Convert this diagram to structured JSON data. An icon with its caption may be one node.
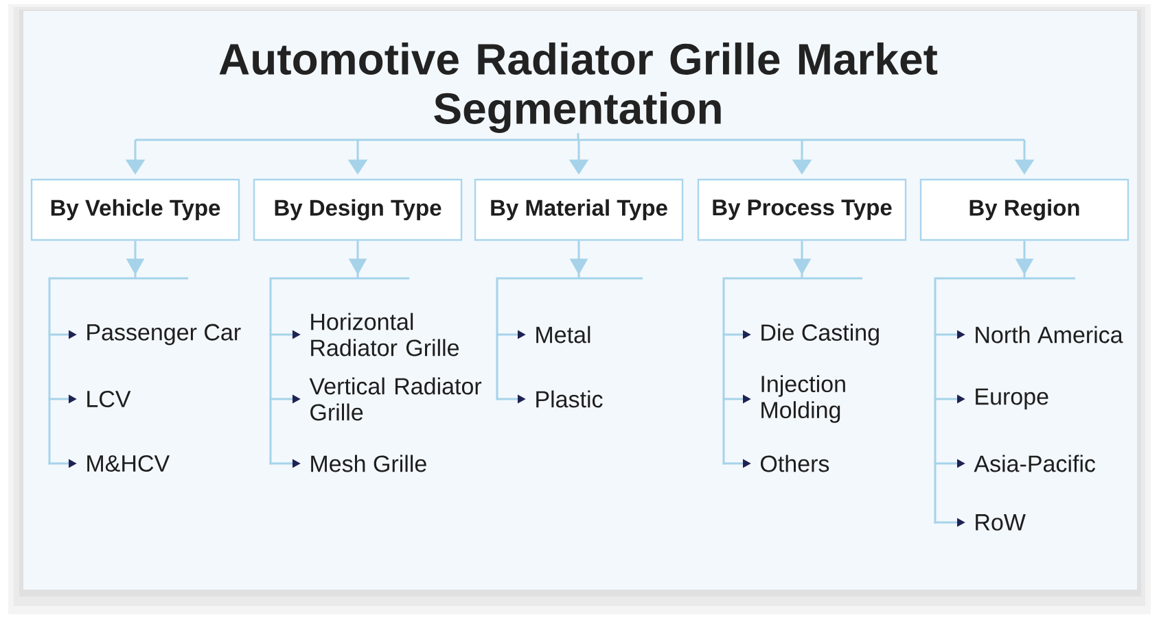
{
  "diagram": {
    "nodes": [
      {
        "text": [
          "Automotive Radiator Grille Market Segmentation"
        ]
      },
      {
        "text": [
          "By Vehicle Type"
        ]
      },
      {
        "text": [
          "By Design Type"
        ]
      },
      {
        "text": [
          "By Material Type"
        ]
      },
      {
        "text": [
          "By Process Type"
        ]
      },
      {
        "text": [
          "By Region"
        ]
      },
      {
        "text": [
          "Passenger Car"
        ]
      },
      {
        "text": [
          "LCV"
        ]
      },
      {
        "text": [
          "M&HCV"
        ]
      },
      {
        "text": [
          "Horizontal Radiator Grille"
        ]
      },
      {
        "text": [
          "Vertical Radiator Grille"
        ]
      },
      {
        "text": [
          "Mesh Grille"
        ]
      },
      {
        "text": [
          "Metal"
        ]
      },
      {
        "text": [
          "Plastic"
        ]
      },
      {
        "text": [
          "Die Casting"
        ]
      },
      {
        "text": [
          "Injection Molding"
        ]
      },
      {
        "text": [
          "Others"
        ]
      },
      {
        "text": [
          "North America"
        ]
      },
      {
        "text": [
          "Europe"
        ]
      },
      {
        "text": [
          "Asia-Pacific"
        ]
      },
      {
        "text": [
          "RoW"
        ]
      }
    ],
    "edges": [
      {
        "from": 0,
        "to": 1,
        "arrow": "to"
      },
      {
        "from": 0,
        "to": 2,
        "arrow": "to"
      },
      {
        "from": 0,
        "to": 3,
        "arrow": "to"
      },
      {
        "from": 0,
        "to": 4,
        "arrow": "to"
      },
      {
        "from": 0,
        "to": 5,
        "arrow": "to"
      },
      {
        "from": 1,
        "to": 6,
        "arrow": "to"
      },
      {
        "from": 1,
        "to": 7,
        "arrow": "to"
      },
      {
        "from": 1,
        "to": 8,
        "arrow": "to"
      },
      {
        "from": 2,
        "to": 9,
        "arrow": "to"
      },
      {
        "from": 2,
        "to": 10,
        "arrow": "to"
      },
      {
        "from": 2,
        "to": 11,
        "arrow": "to"
      },
      {
        "from": 3,
        "to": 12,
        "arrow": "to"
      },
      {
        "from": 3,
        "to": 13,
        "arrow": "to"
      },
      {
        "from": 4,
        "to": 14,
        "arrow": "to"
      },
      {
        "from": 4,
        "to": 15,
        "arrow": "to"
      },
      {
        "from": 4,
        "to": 16,
        "arrow": "to"
      },
      {
        "from": 5,
        "to": 17,
        "arrow": "to"
      },
      {
        "from": 5,
        "to": 18,
        "arrow": "to"
      },
      {
        "from": 5,
        "to": 19,
        "arrow": "to"
      },
      {
        "from": 5,
        "to": 20,
        "arrow": "to"
      }
    ]
  }
}
